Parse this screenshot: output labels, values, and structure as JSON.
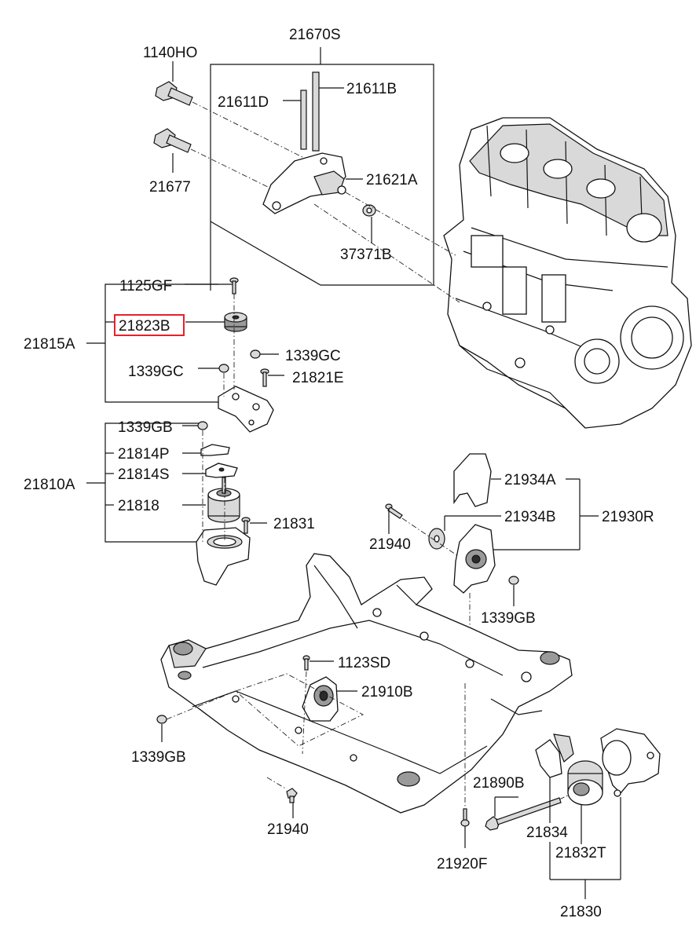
{
  "highlight_color": "#e8202a",
  "labels": {
    "p21670S": "21670S",
    "p1140HO": "1140HO",
    "p21611D": "21611D",
    "p21611B": "21611B",
    "p21677": "21677",
    "p21621A": "21621A",
    "p37371B": "37371B",
    "p1125GF": "1125GF",
    "p21823B": "21823B",
    "p21815A": "21815A",
    "p1339GC_r": "1339GC",
    "p1339GC_l": "1339GC",
    "p21821E": "21821E",
    "p1339GB_t": "1339GB",
    "p21814P": "21814P",
    "p21810A": "21810A",
    "p21814S": "21814S",
    "p21818": "21818",
    "p21831": "21831",
    "p21934A": "21934A",
    "p21934B": "21934B",
    "p21930R": "21930R",
    "p21940_t": "21940",
    "p1339GB_r": "1339GB",
    "p1123SD": "1123SD",
    "p21910B": "21910B",
    "p1339GB_l": "1339GB",
    "p21890B": "21890B",
    "p21940_b": "21940",
    "p21834": "21834",
    "p21832T": "21832T",
    "p21920F": "21920F",
    "p21830": "21830"
  }
}
